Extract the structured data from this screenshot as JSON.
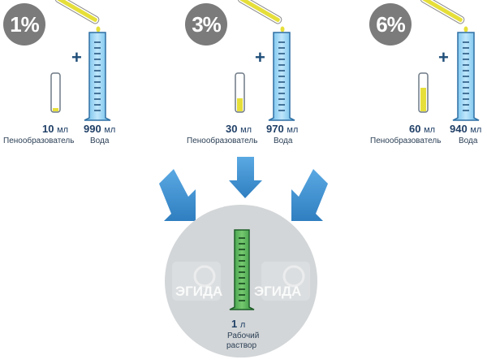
{
  "panels": [
    {
      "percent": "1%",
      "foam_value": "10",
      "water_value": "990",
      "unit": "мл",
      "foam_label": "Пенообразователь",
      "water_label": "Вода",
      "foam_fill": 0.1
    },
    {
      "percent": "3%",
      "foam_value": "30",
      "water_value": "970",
      "unit": "мл",
      "foam_label": "Пенообразователь",
      "water_label": "Вода",
      "foam_fill": 0.3
    },
    {
      "percent": "6%",
      "foam_value": "60",
      "water_value": "940",
      "unit": "мл",
      "foam_label": "Пенообразователь",
      "water_label": "Вода",
      "foam_fill": 0.6
    }
  ],
  "result": {
    "value": "1",
    "unit": "л",
    "line1": "Рабочий",
    "line2": "раствор"
  },
  "watermark": {
    "text": "ЭГИДА"
  },
  "colors": {
    "badge": "#7b7b7b",
    "water": "#8fd0f2",
    "foam": "#e6df3a",
    "solution": "#3a9e4a",
    "arrow": "#3d8ccf",
    "circle": "#d3d6d8",
    "text": "#1f3f66"
  }
}
